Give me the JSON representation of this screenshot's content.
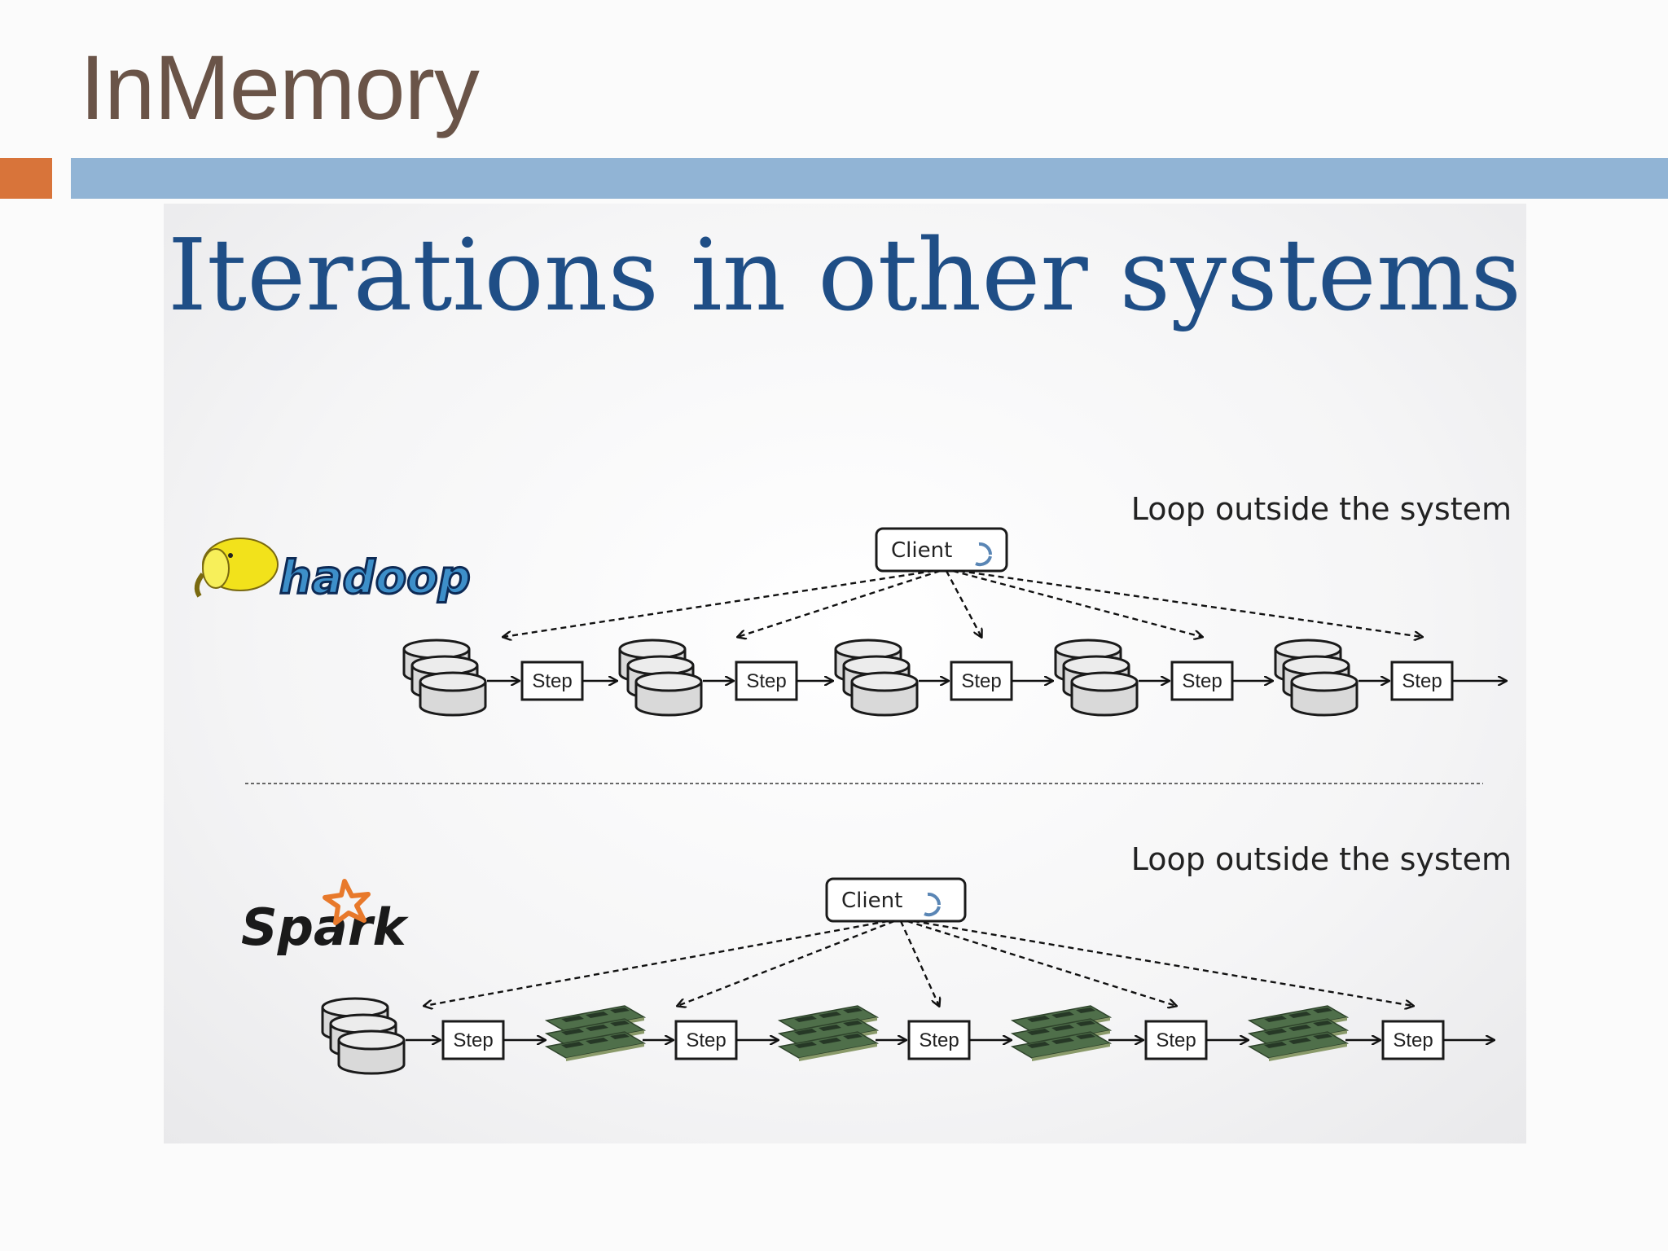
{
  "slide": {
    "title": "InMemory"
  },
  "figure": {
    "title": "Iterations in other systems",
    "hadoop": {
      "logo_text": "hadoop",
      "loop_label": "Loop outside the system",
      "client_label": "Client",
      "step_label": "Step",
      "stage_count": 5
    },
    "spark": {
      "logo_text": "Spark",
      "loop_label": "Loop outside the system",
      "client_label": "Client",
      "step_label": "Step",
      "stage_count": 5
    }
  },
  "colors": {
    "title_text": "#6a5448",
    "accent_orange": "#d8743a",
    "accent_blue": "#91b4d5",
    "figure_title": "#1f4e86",
    "spark_star": "#e8792b"
  },
  "icons": [
    "database-icon",
    "memory-module-icon",
    "refresh-icon",
    "elephant-icon",
    "spark-star-icon"
  ]
}
